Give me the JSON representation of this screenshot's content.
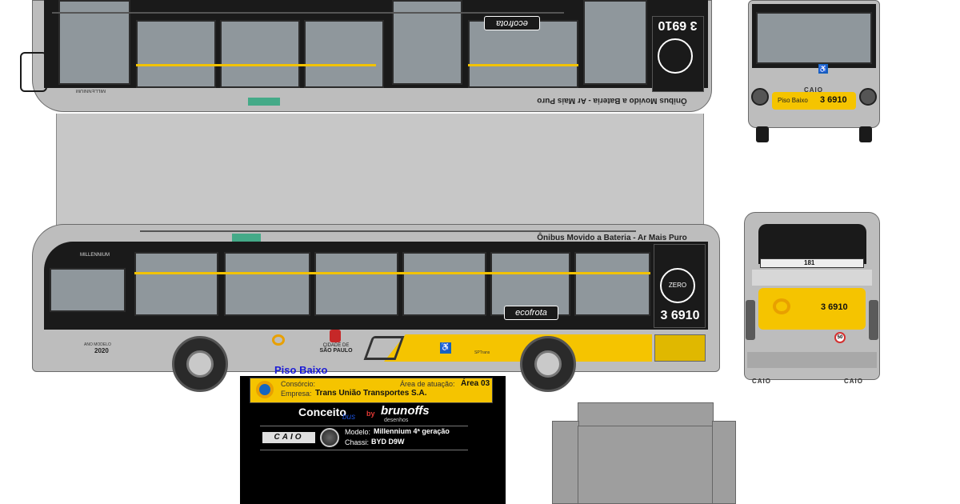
{
  "side_top": {
    "fleet_number": "3 6910",
    "slogan": "Ônibus Movido a Bateria - Ar Mais Puro",
    "brand_badge": "ecofrota",
    "maker_badge": "MILLENNIUM"
  },
  "side_bottom": {
    "slogan": "Ônibus Movido a Bateria - Ar Mais Puro",
    "fleet_number": "3 6910",
    "brand_badge": "ecofrota",
    "maker_badge": "MILLENNIUM",
    "zero_badge": "ZERO",
    "year_label": "ANO MODELO",
    "year": "2020",
    "city_line1": "CIDADE DE",
    "city_line2": "SÃO PAULO",
    "sptrans": "SPTrans"
  },
  "front": {
    "piso": "Piso Baixo",
    "fleet_number": "3 6910",
    "brand": "CAIO"
  },
  "rear": {
    "fleet_number": "3 6910",
    "route": "181",
    "brand_left": "CAIO",
    "brand_right": "CAIO",
    "speed": "50"
  },
  "info": {
    "piso_title": "Piso Baixo",
    "consorcio_label": "Consórcio:",
    "area_label": "Área de atuação:",
    "area_value": "Área 03",
    "empresa_label": "Empresa:",
    "empresa_value": "Trans União Transportes S.A.",
    "concept_word": "Conceito",
    "concept_script": "bus",
    "by_word": "by",
    "author": "brunoffs",
    "author_sub": "desenhos",
    "caio_logo": "CAIO",
    "modelo_label": "Modelo:",
    "modelo_value": "Millennium 4ª geração",
    "chassi_label": "Chassi:",
    "chassi_value": "BYD D9W"
  },
  "colors": {
    "body_gray": "#bdbdbd",
    "accent_yellow": "#f5c400",
    "band_black": "#1a1a1a",
    "window_gray": "#8f979c",
    "info_blue": "#1a1ad6"
  }
}
